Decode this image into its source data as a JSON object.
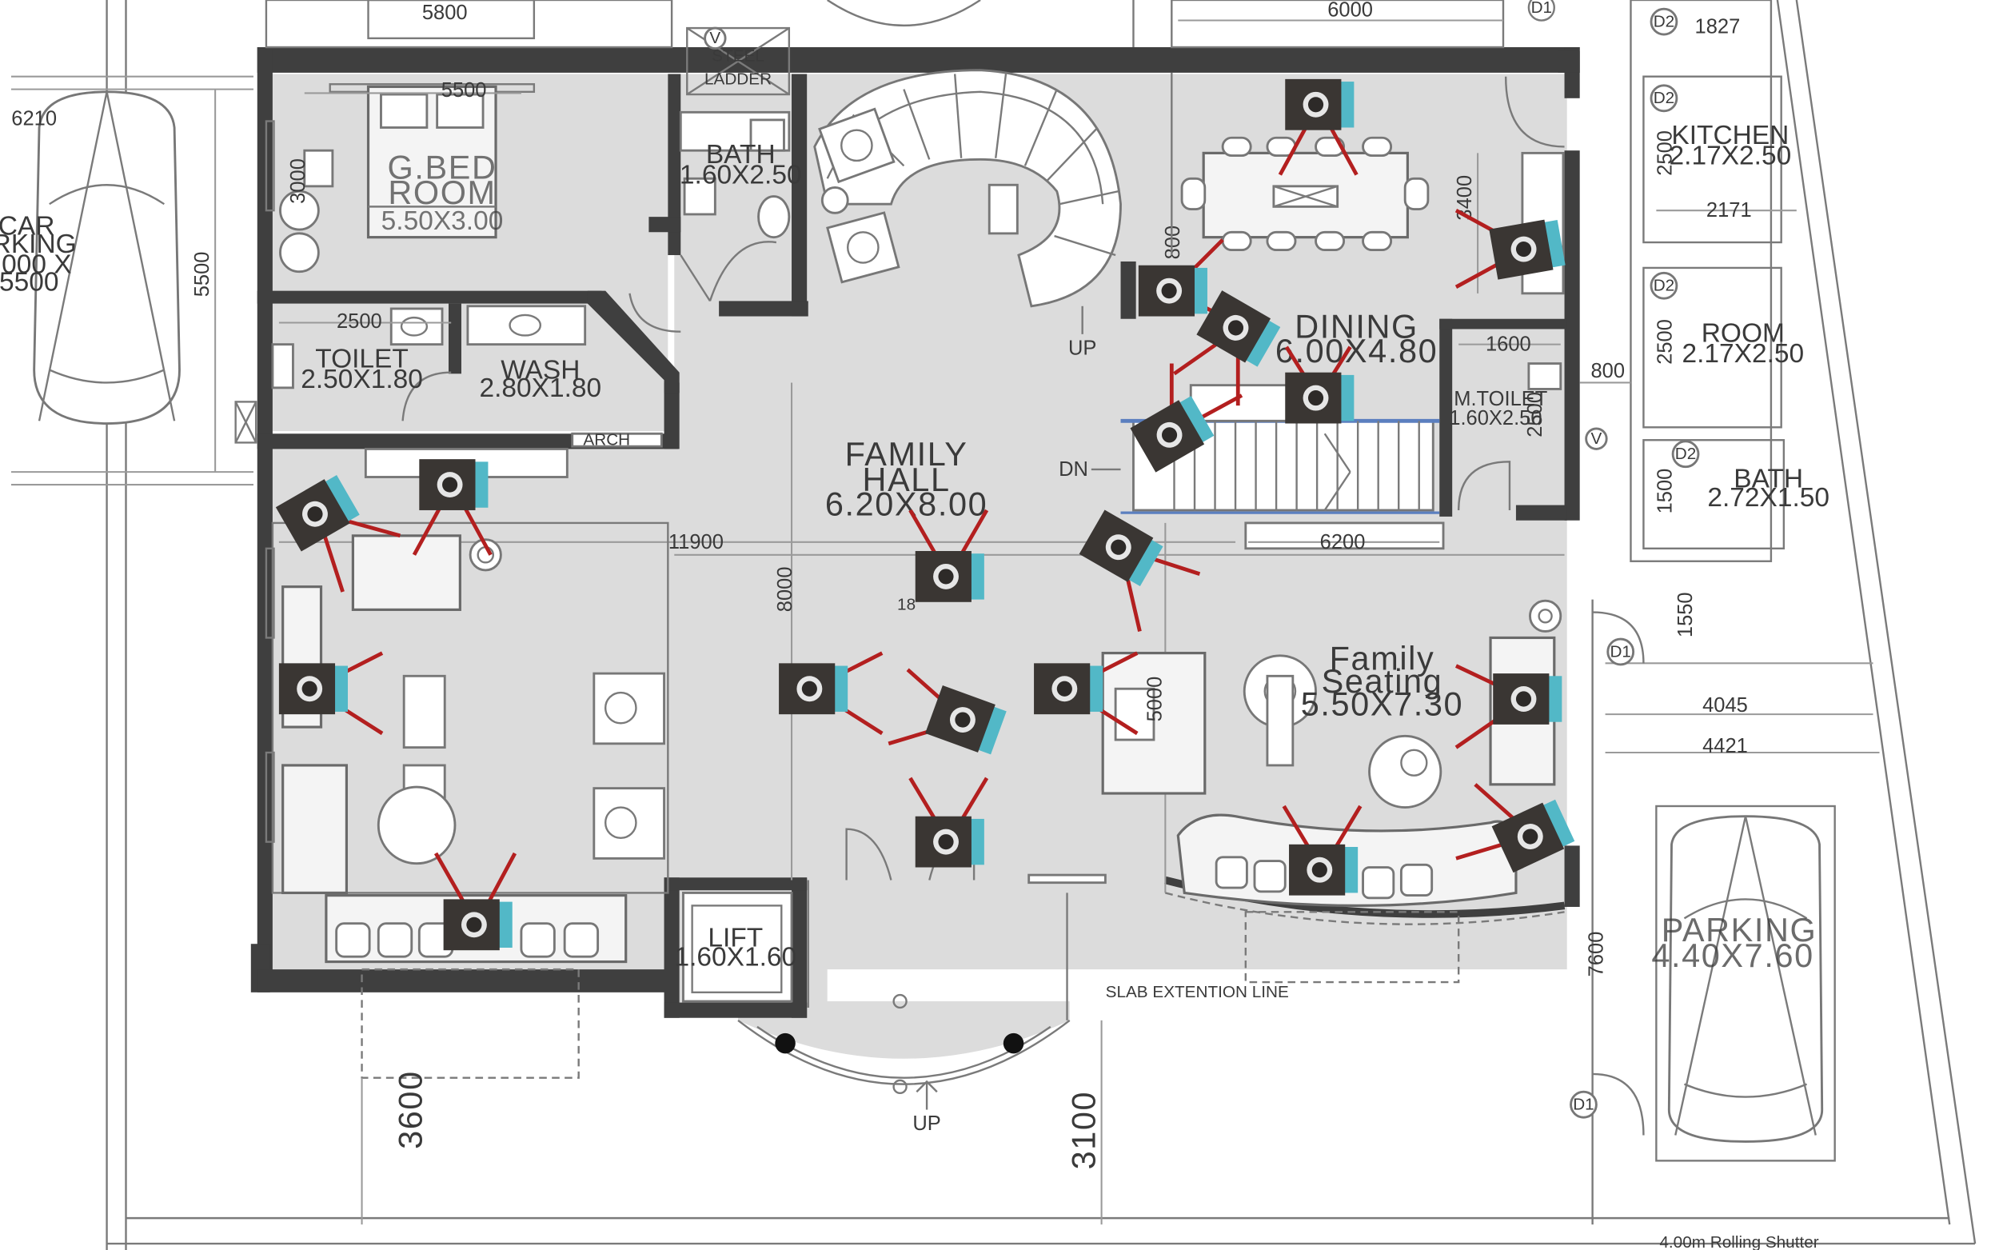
{
  "rooms": {
    "guest_bed": {
      "line1": "G.BED",
      "line2": "ROOM",
      "size": "5.50X3.00"
    },
    "bath_top": {
      "name": "BATH",
      "size": "1.60X2.50"
    },
    "toilet": {
      "name": "TOILET",
      "size": "2.50X1.80"
    },
    "wash": {
      "name": "WASH",
      "size": "2.80X1.80"
    },
    "arch": "ARCH",
    "family_hall": {
      "line1": "FAMILY",
      "line2": "HALL",
      "size": "6.20X8.00"
    },
    "dining": {
      "name": "DINING",
      "size": "6.00X4.80"
    },
    "m_toilet": {
      "name": "M.TOILET",
      "size": "1.60X2.50"
    },
    "family_seating": {
      "line1": "Family",
      "line2": "Seating",
      "size": "5.50X7.30"
    },
    "lift": {
      "name": "LIFT",
      "size": "1.60X1.60"
    },
    "kitchen": {
      "name": "KITCHEN",
      "size": "2.17X2.50"
    },
    "room": {
      "name": "ROOM",
      "size": "2.17X2.50"
    },
    "bath_right": {
      "name": "BATH",
      "size": "2.72X1.50"
    },
    "parking_right": {
      "line1": "PARKING",
      "line2": "4.40X7.60"
    },
    "car_parking_left": {
      "line1": "CAR",
      "line2": "RKING",
      "line3": "000 X",
      "line4": "5500"
    }
  },
  "labels": {
    "steel_ladder_1": "STEEL",
    "steel_ladder_2": "LADDER",
    "up_stairs": "UP",
    "dn_stairs": "DN",
    "up_entrance": "UP",
    "slab_extension": "SLAB EXTENTION LINE",
    "rolling_shutter": "4.00m Rolling Shutter",
    "mark_v1": "V",
    "mark_v2": "V",
    "mark_d1_top": "D1",
    "mark_d2_a": "D2",
    "mark_d2_b": "D2",
    "mark_d2_c": "D2",
    "mark_d2_d": "D2",
    "mark_d1_mid": "D1",
    "mark_d1_bottom": "D1",
    "hall_18": "18"
  },
  "dimensions": {
    "d_5800": "5800",
    "d_5500": "5500",
    "d_6000": "6000",
    "d_1827": "1827",
    "d_6210": "6210",
    "d_5500_v": "5500",
    "d_3000_v": "3000",
    "d_2500": "2500",
    "d_11900": "11900",
    "d_8000_v": "8000",
    "d_3400_v": "3400",
    "d_800_v": "800",
    "d_1600": "1600",
    "d_800": "800",
    "d_2500_v": "2500",
    "d_6200": "6200",
    "d_5000_v": "5000",
    "d_2171": "2171",
    "d_2500_k": "2500",
    "d_2500_r": "2500",
    "d_1500_b": "1500",
    "d_1550": "1550",
    "d_4045": "4045",
    "d_4421": "4421",
    "d_7600": "7600",
    "d_3600": "3600",
    "d_3100": "3100"
  },
  "colors": {
    "wall": "#3f3f3f",
    "floor": "#dcdcdc",
    "camera_body": "#3a3633",
    "camera_accent": "#52b8c7",
    "camera_fov": "#b31f1f"
  },
  "icons": {
    "camera": "surveillance-camera-icon",
    "car": "car-top-view-icon",
    "bed": "double-bed-icon",
    "spiral_stair": "spiral-staircase-icon",
    "straight_stair": "straight-staircase-icon"
  }
}
